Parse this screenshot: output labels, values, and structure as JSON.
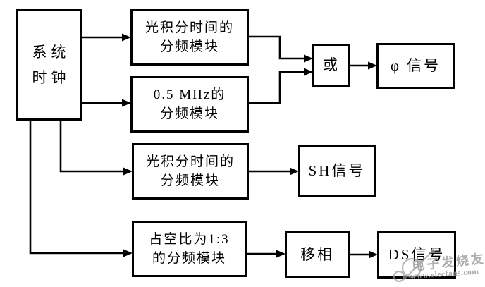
{
  "diagram": {
    "title": "clock-divider-signal-generation-block-diagram",
    "colors": {
      "background": "#ffffff",
      "line": "#000000",
      "box_border": "#000000",
      "text": "#000000",
      "watermark": "#9b9b9b"
    },
    "nodes": {
      "system_clock": {
        "line1": "系统",
        "line2": "时钟"
      },
      "divider_light_top": {
        "line1": "光积分时间的",
        "line2": "分频模块"
      },
      "divider_05mhz": {
        "line1": "0.5 MHz的",
        "line2": "分频模块"
      },
      "or_gate": {
        "label": "或"
      },
      "phi_signal": {
        "label": "φ 信号"
      },
      "divider_light_mid": {
        "line1": "光积分时间的",
        "line2": "分频模块"
      },
      "sh_signal": {
        "label": "SH信号"
      },
      "divider_duty_1_3": {
        "line1": "占空比为1:3",
        "line2": "的分频模块"
      },
      "phase_shift": {
        "label": "移相"
      },
      "ds_signal": {
        "label": "DS信号"
      }
    },
    "edges": [
      "system_clock -> divider_light_top",
      "system_clock -> divider_05mhz",
      "system_clock -> divider_light_mid",
      "system_clock -> divider_duty_1_3",
      "divider_light_top -> or_gate",
      "divider_05mhz -> or_gate",
      "or_gate -> phi_signal",
      "divider_light_mid -> sh_signal",
      "divider_duty_1_3 -> phase_shift",
      "phase_shift -> ds_signal"
    ],
    "watermark": {
      "brand": "电子发烧友",
      "url": "www.elecfans.com"
    }
  }
}
